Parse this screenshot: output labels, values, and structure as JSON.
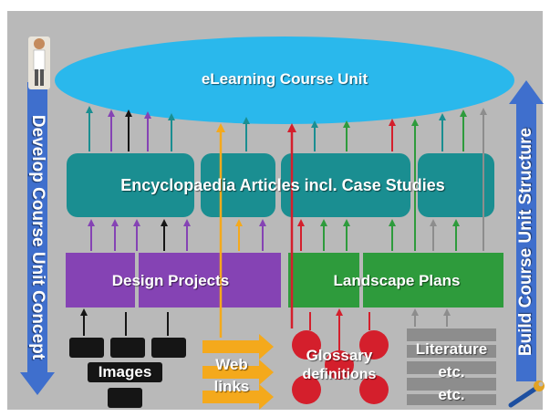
{
  "colors": {
    "background": "#b9b9b9",
    "ellipse": "#2ab8ec",
    "encyclopaedia": "#1a8e91",
    "design": "#8543b4",
    "landscape": "#2e9b3c",
    "web": "#f4a91c",
    "glossary": "#d41f2c",
    "images": "#151515",
    "literature": "#8d8d8d",
    "blue_arrow": "#3f6fcd"
  },
  "icons": [
    "person-figure-icon",
    "wrench-icon"
  ],
  "course_unit": {
    "label": "eLearning Course Unit"
  },
  "encyclopaedia": {
    "label": "Encyclopaedia Articles incl. Case Studies"
  },
  "design_projects": {
    "label": "Design Projects"
  },
  "landscape_plans": {
    "label": "Landscape  Plans"
  },
  "images": {
    "label": "Images"
  },
  "web_links": {
    "line1": "Web",
    "line2": "links"
  },
  "glossary": {
    "line1": "Glossary",
    "line2": "definitions"
  },
  "literature": {
    "line1": "Literature",
    "line2": "etc.",
    "line3": "etc."
  },
  "left_axis": {
    "label": "Develop Course Unit Concept"
  },
  "right_axis": {
    "label": "Build Course Unit Structure"
  }
}
